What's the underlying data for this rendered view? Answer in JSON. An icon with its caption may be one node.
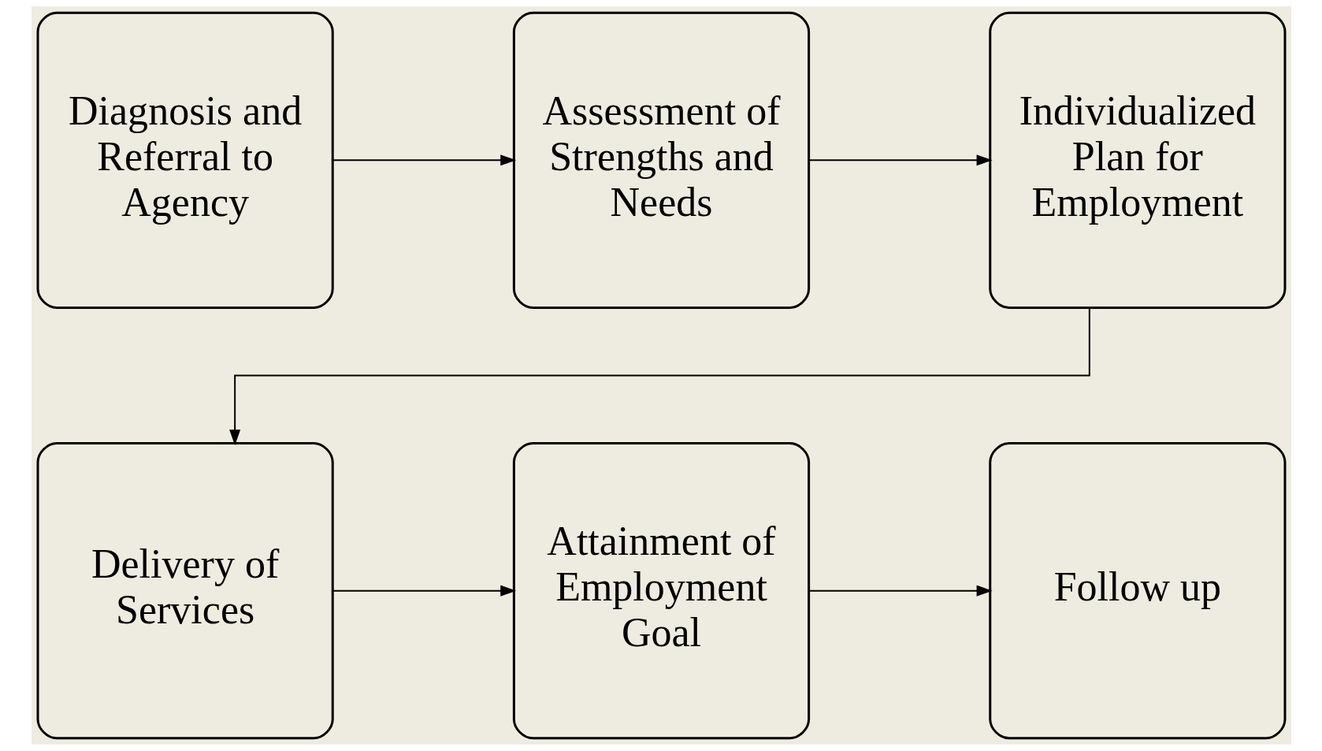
{
  "diagram": {
    "nodes": [
      {
        "text": [
          "Diagnosis and Referral to Agency"
        ]
      },
      {
        "text": [
          "Assessment of Strengths and Needs"
        ]
      },
      {
        "text": [
          "Individualized Plan for Employment"
        ]
      },
      {
        "text": [
          "Delivery of Services"
        ]
      },
      {
        "text": [
          "Attainment of Employment Goal"
        ]
      },
      {
        "text": [
          "Follow up"
        ]
      }
    ],
    "edges": [
      {
        "from": 0,
        "to": 1,
        "arrow": "to"
      },
      {
        "from": 1,
        "to": 2,
        "arrow": "to"
      },
      {
        "from": 2,
        "to": 3,
        "arrow": "to"
      },
      {
        "from": 3,
        "to": 4,
        "arrow": "to"
      },
      {
        "from": 4,
        "to": 5,
        "arrow": "to"
      }
    ]
  }
}
